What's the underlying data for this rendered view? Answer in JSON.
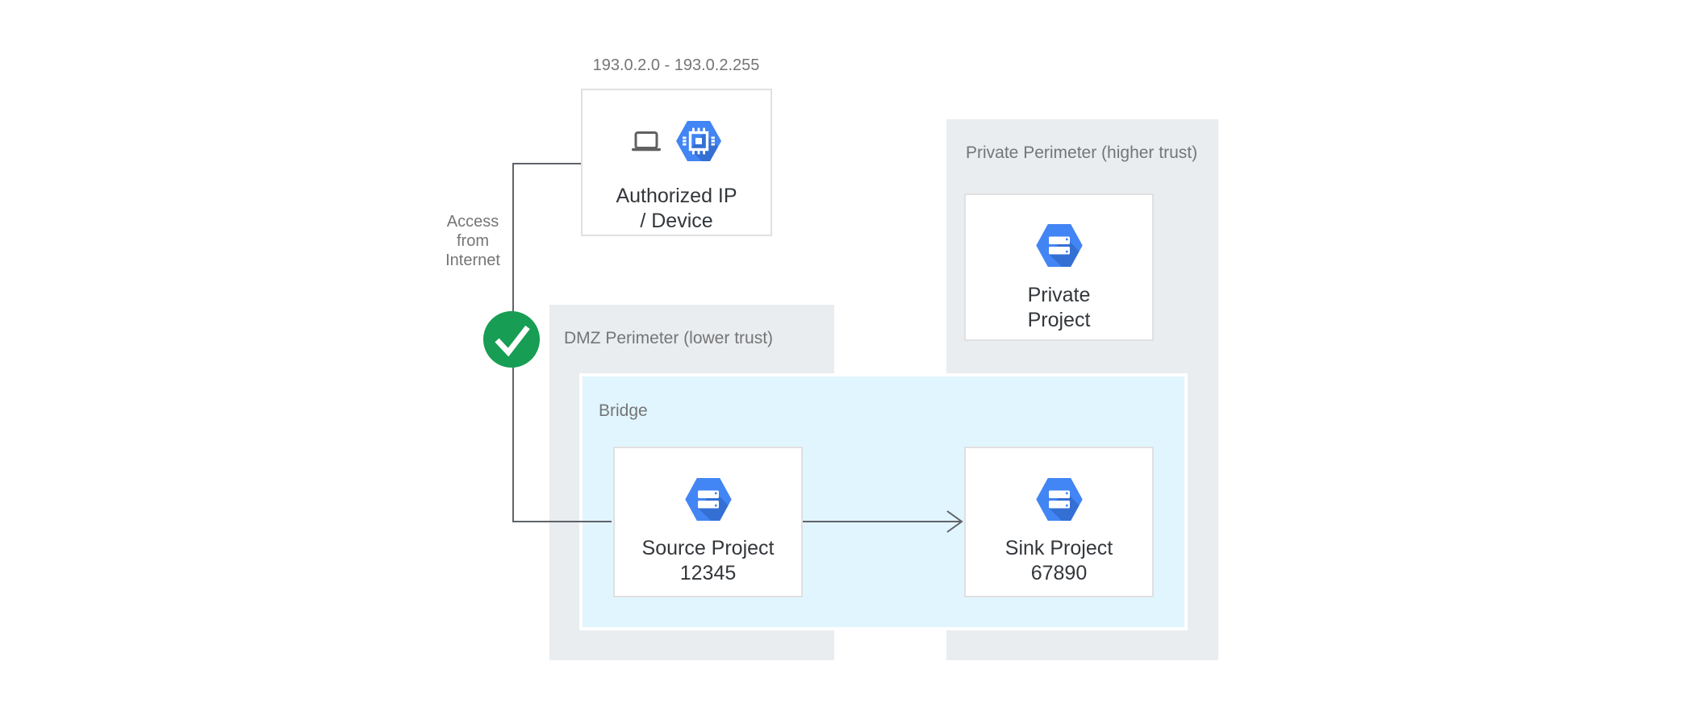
{
  "colors": {
    "accent_blue": "#4285F4",
    "accent_blue_dark": "#2A62C8",
    "success_green": "#179D54",
    "perimeter_gray": "#E9EDF0",
    "bridge_blue": "#E1F5FE",
    "line_gray": "#5F6368",
    "label_gray": "#757575",
    "text_dark": "#33373B",
    "box_border": "#E0E0E0"
  },
  "labels": {
    "ip_range": "193.0.2.0 - 193.0.2.255",
    "access_line1": "Access",
    "access_line2": "from",
    "access_line3": "Internet",
    "authorized_line1": "Authorized IP",
    "authorized_line2": "/ Device",
    "dmz_perimeter": "DMZ Perimeter (lower trust)",
    "private_perimeter": "Private Perimeter (higher trust)",
    "bridge": "Bridge",
    "source_line1": "Source Project",
    "source_line2": "12345",
    "sink_line1": "Sink Project",
    "sink_line2": "67890",
    "private_line1": "Private",
    "private_line2": "Project"
  },
  "icons": {
    "laptop": "laptop-icon",
    "compute_engine": "compute-engine-chip-icon",
    "project": "project-hexagon-icon",
    "check": "checkmark-icon"
  }
}
